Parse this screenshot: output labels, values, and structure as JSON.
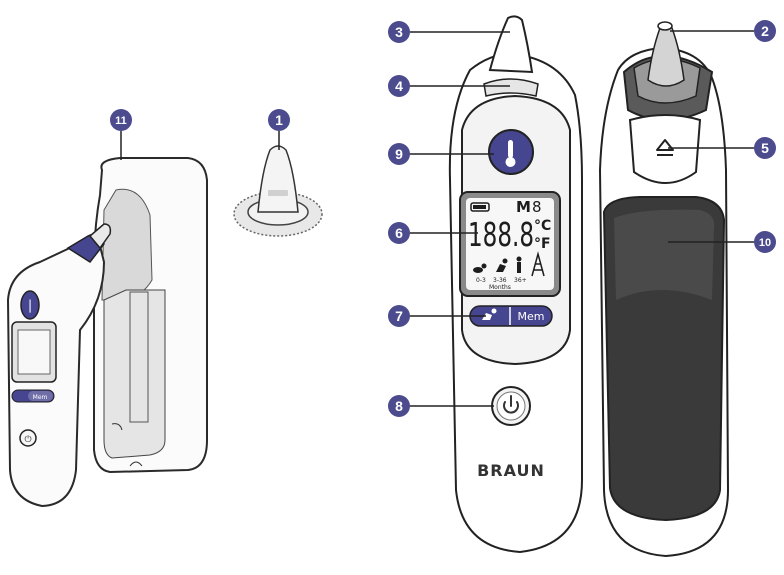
{
  "figure": {
    "palette": {
      "callout_fill": "#4b4b8e",
      "accent_purple": "#46458f",
      "outline": "#222222",
      "lcd_screen": "#f7f7f7",
      "panel_dark": "#3a3a3a"
    },
    "callouts": [
      {
        "id": "1",
        "label": "1"
      },
      {
        "id": "2",
        "label": "2"
      },
      {
        "id": "3",
        "label": "3"
      },
      {
        "id": "4",
        "label": "4"
      },
      {
        "id": "5",
        "label": "5"
      },
      {
        "id": "6",
        "label": "6"
      },
      {
        "id": "7",
        "label": "7"
      },
      {
        "id": "8",
        "label": "8"
      },
      {
        "id": "9",
        "label": "9"
      },
      {
        "id": "10",
        "label": "10"
      },
      {
        "id": "11",
        "label": "11"
      }
    ],
    "lcd": {
      "memory_mark": "M",
      "memory_digit": "8",
      "reading": "188.8",
      "unit_c": "°C",
      "unit_f": "°F",
      "age_groups": [
        "0-3",
        "3-36",
        "36+"
      ],
      "age_unit": "Months"
    },
    "buttons": {
      "mem_label": "Mem"
    },
    "brand": "BRAUN"
  }
}
